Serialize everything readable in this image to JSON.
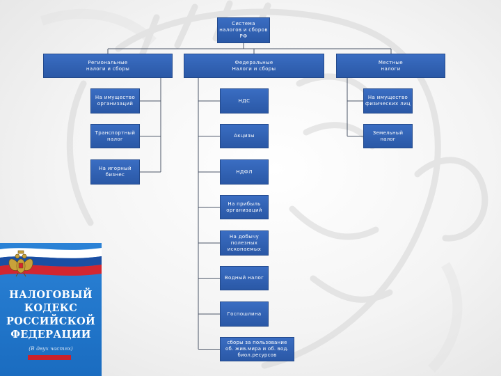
{
  "root": {
    "label": "Система\nналогов и сборов\nРФ"
  },
  "categories": [
    {
      "label": "Региональные\nналоги и сборы",
      "items": [
        {
          "label": "На имущество\nорганизаций"
        },
        {
          "label": "Транспортный\nналог"
        },
        {
          "label": "На игорный\nбизнес"
        }
      ]
    },
    {
      "label": "Федеральные\nНалоги и сборы",
      "items": [
        {
          "label": "НДС"
        },
        {
          "label": "Акцизы"
        },
        {
          "label": "НДФЛ"
        },
        {
          "label": "На прибыль\nорганизаций"
        },
        {
          "label": "На добычу\nполезных\nископаемых"
        },
        {
          "label": "Водный налог"
        },
        {
          "label": "Госпошлина"
        },
        {
          "label": "сборы за пользование\nоб. жив.мира и об. вод.\nбиол.ресурсов"
        }
      ]
    },
    {
      "label": "Местные\nналоги",
      "items": [
        {
          "label": "На имущество\nфизических лиц"
        },
        {
          "label": "Земельный налог"
        }
      ]
    }
  ],
  "book": {
    "title_lines": [
      "НАЛОГОВЫЙ",
      "КОДЕКС",
      "РОССИЙСКОЙ",
      "ФЕДЕРАЦИИ"
    ],
    "subtitle": "(В двух частях)"
  },
  "colors": {
    "node_fill": "#2f60ad",
    "connector": "#4b5567",
    "book_cover": "#1f74c9",
    "flag_white": "#ffffff",
    "flag_blue": "#1a4fa3",
    "flag_red": "#d22630",
    "emblem_gold": "#c8a23a"
  }
}
